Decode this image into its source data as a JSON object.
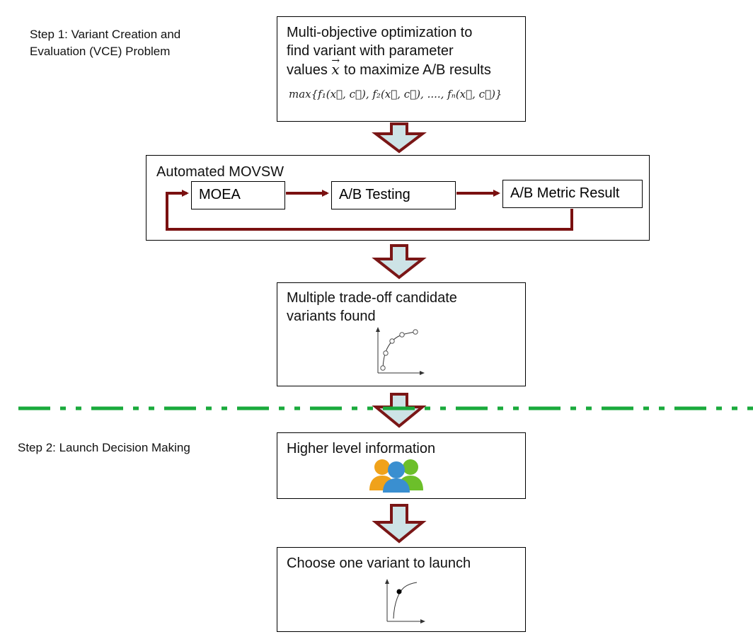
{
  "step1": {
    "label_line1": "Step 1: Variant Creation and",
    "label_line2": "Evaluation (VCE) Problem"
  },
  "step2": {
    "label": "Step 2: Launch Decision Making"
  },
  "box_optimization": {
    "line1": "Multi-objective optimization to",
    "line2": "find variant with parameter",
    "line3_pre": "values",
    "line3_var": "x",
    "line3_post": "to maximize A/B results",
    "formula": "max{f₁(x⃗, c⃗), f₂(x⃗, c⃗), ...., fₙ(x⃗, c⃗)}"
  },
  "box_movsw": {
    "title": "Automated MOVSW",
    "moea": "MOEA",
    "ab_testing": "A/B Testing",
    "ab_metric": "A/B Metric Result"
  },
  "box_candidates": {
    "line1": "Multiple trade-off candidate",
    "line2": "variants found"
  },
  "box_higher": {
    "title": "Higher level information"
  },
  "box_choose": {
    "title": "Choose one variant to launch"
  },
  "colors": {
    "arrow_outline": "#7a1616",
    "arrow_fill": "#cde3e6",
    "loop_arrow": "#7a1010",
    "divider": "#1aaa3c",
    "user_orange": "#f0a21a",
    "user_blue": "#3a8fd0",
    "user_green": "#6cbf2a"
  }
}
